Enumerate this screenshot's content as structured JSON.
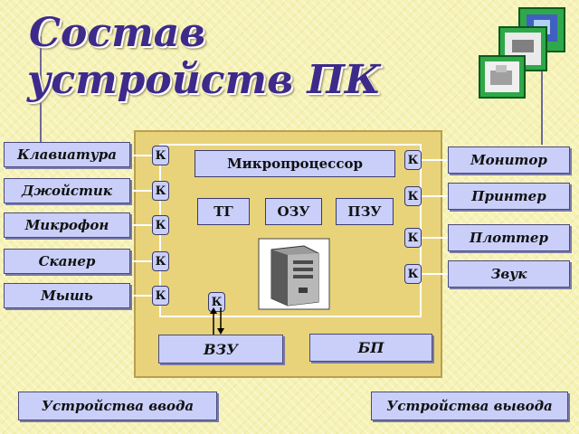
{
  "title": {
    "line1": "Состав",
    "line2": "устройств ПК"
  },
  "input_devices": [
    "Клавиатура",
    "Джойстик",
    "Микрофон",
    "Сканер",
    "Мышь"
  ],
  "output_devices": [
    "Монитор",
    "Принтер",
    "Плоттер",
    "Звук"
  ],
  "connector_label": "К",
  "cpu_label": "Микропроцессор",
  "components": [
    "ТГ",
    "ОЗУ",
    "ПЗУ"
  ],
  "storage_label": "ВЗУ",
  "power_label": "БП",
  "footer": {
    "input_group": "Устройства ввода",
    "output_group": "Устройства вывода"
  }
}
